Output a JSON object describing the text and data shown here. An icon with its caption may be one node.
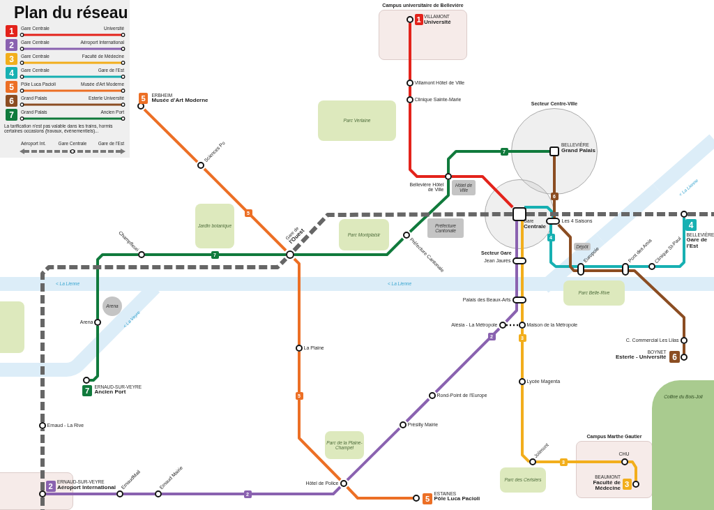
{
  "diagram": {
    "title": "Plan du réseau",
    "nodes": [
      {
        "text": [
          "Campus universitaire de Bellevière"
        ]
      },
      {
        "text": [
          "VILLAMONT",
          "Université"
        ],
        "beside": [
          "1"
        ],
        "in": 0
      },
      {
        "text": [
          "ERBHEIM",
          "Musée d'Art Moderne"
        ],
        "beside": [
          "5"
        ]
      },
      {
        "text": [
          "Villamont Hôtel de Ville"
        ]
      },
      {
        "text": [
          "Clinique Sainte-Marie"
        ]
      },
      {
        "text": [
          "Parc Verlaine"
        ]
      },
      {
        "text": [
          "Secteur Centre-Ville"
        ]
      },
      {
        "text": [
          "BELLEVIÈRE",
          "Grand Palais"
        ],
        "in": 6
      },
      {
        "text": [
          "Sciences Po"
        ]
      },
      {
        "text": [
          "Bellevière Hôtel de Ville"
        ]
      },
      {
        "text": [
          "Hôtel de Ville"
        ]
      },
      {
        "text": [
          "Jardin botanique"
        ]
      },
      {
        "text": [
          "Secteur Gare"
        ]
      },
      {
        "text": [
          "Gare",
          "Centrale"
        ],
        "in": 12
      },
      {
        "text": [
          "Les 4 Saisons"
        ]
      },
      {
        "text": [
          "BELLEVIÈRE",
          "Gare de l'Est"
        ],
        "beside": [
          "4"
        ]
      },
      {
        "text": [
          "Parc Montplaisir"
        ]
      },
      {
        "text": [
          "Préfecture Cantonale"
        ]
      },
      {
        "text": [
          "Préfecture Cantonale"
        ]
      },
      {
        "text": [
          "Champfleuri"
        ]
      },
      {
        "text": [
          "Gare de",
          "l'Ouest"
        ]
      },
      {
        "text": [
          "Dépôt"
        ]
      },
      {
        "text": [
          "Europole"
        ]
      },
      {
        "text": [
          "Pont des Amis"
        ]
      },
      {
        "text": [
          "Clinique St-Paul"
        ]
      },
      {
        "text": [
          "Jean Jaurès"
        ]
      },
      {
        "text": [
          "Palais des Beaux-Arts"
        ]
      },
      {
        "text": [
          "Parc Belle-Rive"
        ]
      },
      {
        "text": [
          "Arena"
        ]
      },
      {
        "text": [
          "Arena"
        ]
      },
      {
        "text": [
          "Alésia - La Métropole"
        ]
      },
      {
        "text": [
          "Maison de la Métropole"
        ]
      },
      {
        "text": [
          "La Plaine"
        ]
      },
      {
        "text": [
          "C. Commercial Les Lilas"
        ]
      },
      {
        "text": [
          "BOYNET",
          "Esterle - Université"
        ],
        "beside": [
          "6"
        ]
      },
      {
        "text": [
          "ERNAUD-SUR-VEYRE",
          "Ancien Port"
        ],
        "beside": [
          "7"
        ]
      },
      {
        "text": [
          "Lycée Magenta"
        ]
      },
      {
        "text": [
          "Rond-Point de l'Europe"
        ]
      },
      {
        "text": [
          "Présilly Mairie"
        ]
      },
      {
        "text": [
          "Ernaud - La Rive"
        ]
      },
      {
        "text": [
          "Parc de la Plaine-Champel"
        ]
      },
      {
        "text": [
          "Campus Marthe Gautier"
        ]
      },
      {
        "text": [
          "CHU"
        ],
        "in": 41
      },
      {
        "text": [
          "BEAUMONT",
          "Faculté de Médecine"
        ],
        "beside": [
          "3"
        ],
        "in": 41
      },
      {
        "text": [
          "Jolimont"
        ]
      },
      {
        "text": [
          "Colline du Bois-Joli"
        ]
      },
      {
        "text": [
          "Parc des Cerisiers"
        ]
      },
      {
        "text": [
          "Hôtel de Police"
        ]
      },
      {
        "text": [
          "ERNAUD-SUR-VEYRE",
          "Aéroport International"
        ],
        "beside": [
          "2"
        ],
        "in": 53
      },
      {
        "text": [
          "ErnaudMall"
        ]
      },
      {
        "text": [
          "Ernaud Mairie"
        ]
      },
      {
        "text": [
          "ESTAINES",
          "Pôle Luca Pacioli"
        ],
        "beside": [
          "5"
        ]
      },
      {
        "text": [],
        "shape": "box"
      },
      {
        "text": [],
        "shape": "box"
      }
    ],
    "edges": [
      {
        "from": 1,
        "to": 3,
        "arrow": "none",
        "color": "#e3231b"
      },
      {
        "from": 3,
        "to": 4,
        "arrow": "none",
        "color": "#e3231b"
      },
      {
        "from": 4,
        "to": 9,
        "arrow": "none",
        "color": "#e3231b"
      },
      {
        "from": 9,
        "to": 13,
        "arrow": "none",
        "color": "#e3231b"
      },
      {
        "from": 35,
        "to": 29,
        "arrow": "none",
        "color": "#107a3c"
      },
      {
        "from": 29,
        "to": 19,
        "arrow": "none",
        "color": "#107a3c"
      },
      {
        "from": 19,
        "to": 20,
        "arrow": "none",
        "label": "7",
        "color": "#107a3c"
      },
      {
        "from": 20,
        "to": 18,
        "arrow": "none",
        "color": "#107a3c"
      },
      {
        "from": 18,
        "to": 9,
        "arrow": "none",
        "color": "#107a3c"
      },
      {
        "from": 9,
        "to": 7,
        "arrow": "none",
        "label": "7",
        "color": "#107a3c"
      },
      {
        "from": 2,
        "to": 8,
        "arrow": "none",
        "color": "#ec6f25"
      },
      {
        "from": 8,
        "to": 20,
        "arrow": "none",
        "label": "5",
        "color": "#ec6f25"
      },
      {
        "from": 20,
        "to": 32,
        "arrow": "none",
        "color": "#ec6f25"
      },
      {
        "from": 32,
        "to": 47,
        "arrow": "none",
        "label": "5",
        "color": "#ec6f25"
      },
      {
        "from": 47,
        "to": 51,
        "arrow": "none",
        "color": "#ec6f25"
      },
      {
        "from": 48,
        "to": 49,
        "arrow": "none",
        "color": "#8a62b0"
      },
      {
        "from": 49,
        "to": 50,
        "arrow": "none",
        "color": "#8a62b0"
      },
      {
        "from": 50,
        "to": 47,
        "arrow": "none",
        "label": "2",
        "color": "#8a62b0"
      },
      {
        "from": 47,
        "to": 38,
        "arrow": "none",
        "color": "#8a62b0"
      },
      {
        "from": 38,
        "to": 37,
        "arrow": "none",
        "color": "#8a62b0"
      },
      {
        "from": 37,
        "to": 30,
        "arrow": "none",
        "label": "2",
        "color": "#8a62b0"
      },
      {
        "from": 30,
        "to": 26,
        "arrow": "none",
        "color": "#8a62b0"
      },
      {
        "from": 26,
        "to": 25,
        "arrow": "none",
        "color": "#8a62b0"
      },
      {
        "from": 25,
        "to": 13,
        "arrow": "none",
        "color": "#8a62b0"
      },
      {
        "from": 13,
        "to": 25,
        "arrow": "none",
        "color": "#f2ae1c"
      },
      {
        "from": 25,
        "to": 26,
        "arrow": "none",
        "color": "#f2ae1c"
      },
      {
        "from": 26,
        "to": 31,
        "arrow": "none",
        "color": "#f2ae1c"
      },
      {
        "from": 31,
        "to": 36,
        "arrow": "none",
        "label": "3",
        "color": "#f2ae1c"
      },
      {
        "from": 36,
        "to": 44,
        "arrow": "none",
        "color": "#f2ae1c"
      },
      {
        "from": 44,
        "to": 42,
        "arrow": "none",
        "label": "3",
        "color": "#f2ae1c"
      },
      {
        "from": 42,
        "to": 43,
        "arrow": "none",
        "color": "#f2ae1c"
      },
      {
        "from": 13,
        "to": 14,
        "arrow": "none",
        "color": "#17b0b2"
      },
      {
        "from": 14,
        "to": 22,
        "arrow": "none",
        "label": "4",
        "color": "#17b0b2"
      },
      {
        "from": 22,
        "to": 23,
        "arrow": "none",
        "color": "#17b0b2"
      },
      {
        "from": 23,
        "to": 24,
        "arrow": "none",
        "color": "#17b0b2"
      },
      {
        "from": 24,
        "to": 15,
        "arrow": "none",
        "color": "#17b0b2"
      },
      {
        "from": 7,
        "to": 14,
        "arrow": "none",
        "label": "6",
        "color": "#8b4d22"
      },
      {
        "from": 14,
        "to": 22,
        "arrow": "none",
        "color": "#8b4d22"
      },
      {
        "from": 22,
        "to": 23,
        "arrow": "none",
        "color": "#8b4d22"
      },
      {
        "from": 23,
        "to": 33,
        "arrow": "none",
        "color": "#8b4d22"
      },
      {
        "from": 33,
        "to": 34,
        "arrow": "none",
        "color": "#8b4d22"
      },
      {
        "from": 48,
        "to": 39,
        "arrow": "none",
        "style": "dashed",
        "color": "#666666"
      },
      {
        "from": 39,
        "to": 20,
        "arrow": "none",
        "style": "dashed",
        "color": "#666666"
      },
      {
        "from": 20,
        "to": 13,
        "arrow": "none",
        "style": "dashed",
        "color": "#666666"
      },
      {
        "from": 13,
        "to": 15,
        "arrow": "none",
        "style": "dashed",
        "color": "#666666"
      },
      {
        "from": 15,
        "to": null,
        "arrow": "none",
        "style": "dashed",
        "color": "#666666"
      },
      {
        "from": 48,
        "to": null,
        "arrow": "none",
        "style": "dashed",
        "color": "#666666"
      },
      {
        "from": 30,
        "to": 31,
        "arrow": "none",
        "style": "dashed",
        "color": "#111111"
      }
    ],
    "labels": [
      "Gare Centrale",
      "Université",
      "Gare Centrale",
      "Aéroport International",
      "Gare Centrale",
      "Faculté de Médecine",
      "Gare Centrale",
      "Gare de l'Est",
      "Pôle Luca Pacioli",
      "Musée d'Art Moderne",
      "Grand Palais",
      "Esterle Université",
      "Grand Palais",
      "Ancien Port",
      "La tarification n'est pas valable dans les trains, hormis certaines occasions (travaux, événementiels)...",
      "Aéroport Int.",
      "Gare Centrale",
      "Gare de l'Est",
      "< La Lienne",
      "< La Lienne",
      "< La Lienne",
      "< La Veyre"
    ],
    "legend": [
      {
        "text": "1",
        "color": "#e3231b"
      },
      {
        "text": "2",
        "color": "#8a62b0"
      },
      {
        "text": "3",
        "color": "#f2ae1c"
      },
      {
        "text": "4",
        "color": "#17b0b2"
      },
      {
        "text": "5",
        "color": "#ec6f25"
      },
      {
        "text": "6",
        "color": "#8b4d22"
      },
      {
        "text": "7",
        "color": "#107a3c"
      }
    ]
  }
}
